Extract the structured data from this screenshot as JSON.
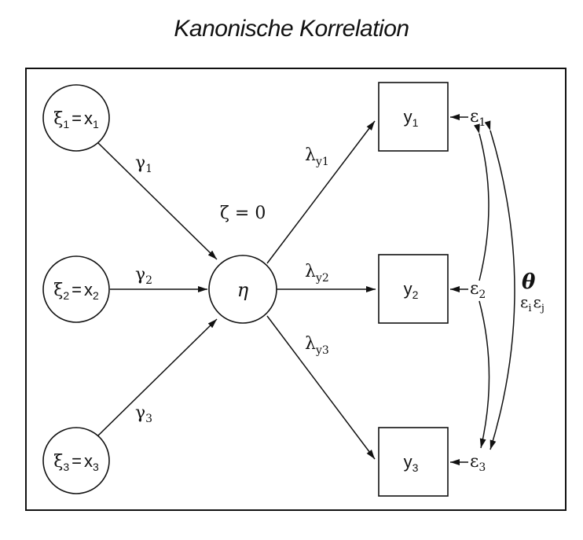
{
  "title": "Kanonische Korrelation",
  "nodes": {
    "xi1": {
      "sym": "ξ",
      "sub": "1",
      "eq": "=",
      "var": "x",
      "varsub": "1"
    },
    "xi2": {
      "sym": "ξ",
      "sub": "2",
      "eq": "=",
      "var": "x",
      "varsub": "2"
    },
    "xi3": {
      "sym": "ξ",
      "sub": "3",
      "eq": "=",
      "var": "x",
      "varsub": "3"
    },
    "eta": "η",
    "y1": {
      "var": "y",
      "sub": "1"
    },
    "y2": {
      "var": "y",
      "sub": "2"
    },
    "y3": {
      "var": "y",
      "sub": "3"
    },
    "eps1": {
      "sym": "ε",
      "sub": "1"
    },
    "eps2": {
      "sym": "ε",
      "sub": "2"
    },
    "eps3": {
      "sym": "ε",
      "sub": "3"
    }
  },
  "paths": {
    "gamma1": {
      "sym": "γ",
      "sub": "1"
    },
    "gamma2": {
      "sym": "γ",
      "sub": "2"
    },
    "gamma3": {
      "sym": "γ",
      "sub": "3"
    },
    "lambda1": {
      "sym": "λ",
      "sub": "y1"
    },
    "lambda2": {
      "sym": "λ",
      "sub": "y2"
    },
    "lambda3": {
      "sym": "λ",
      "sub": "y3"
    }
  },
  "zeta": {
    "text": "ζ = 0"
  },
  "theta": {
    "sym": "θ",
    "sub1": "ε",
    "sub1i": "i",
    "sub2": "ε",
    "sub2j": "j"
  }
}
